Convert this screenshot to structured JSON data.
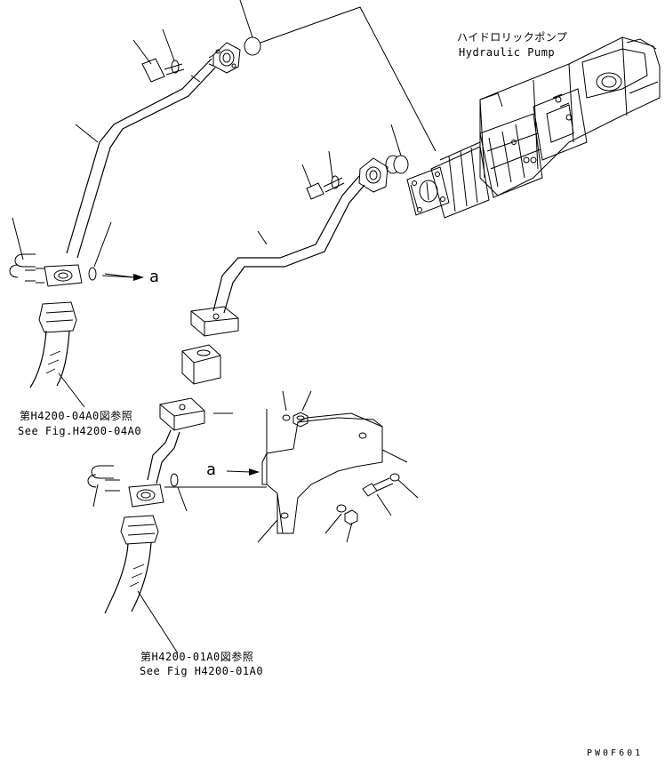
{
  "labels": {
    "pump_jp": "ハイドロリックポンプ",
    "pump_en": "Hydraulic Pump",
    "ref1_jp": "第H4200-04A0図参照",
    "ref1_en": "See Fig.H4200-04A0",
    "ref2_jp": "第H4200-01A0図参照",
    "ref2_en": "See Fig H4200-01A0",
    "arrow_a_right": "a",
    "arrow_a_left": "a",
    "drawing_code": "PW0F601"
  }
}
